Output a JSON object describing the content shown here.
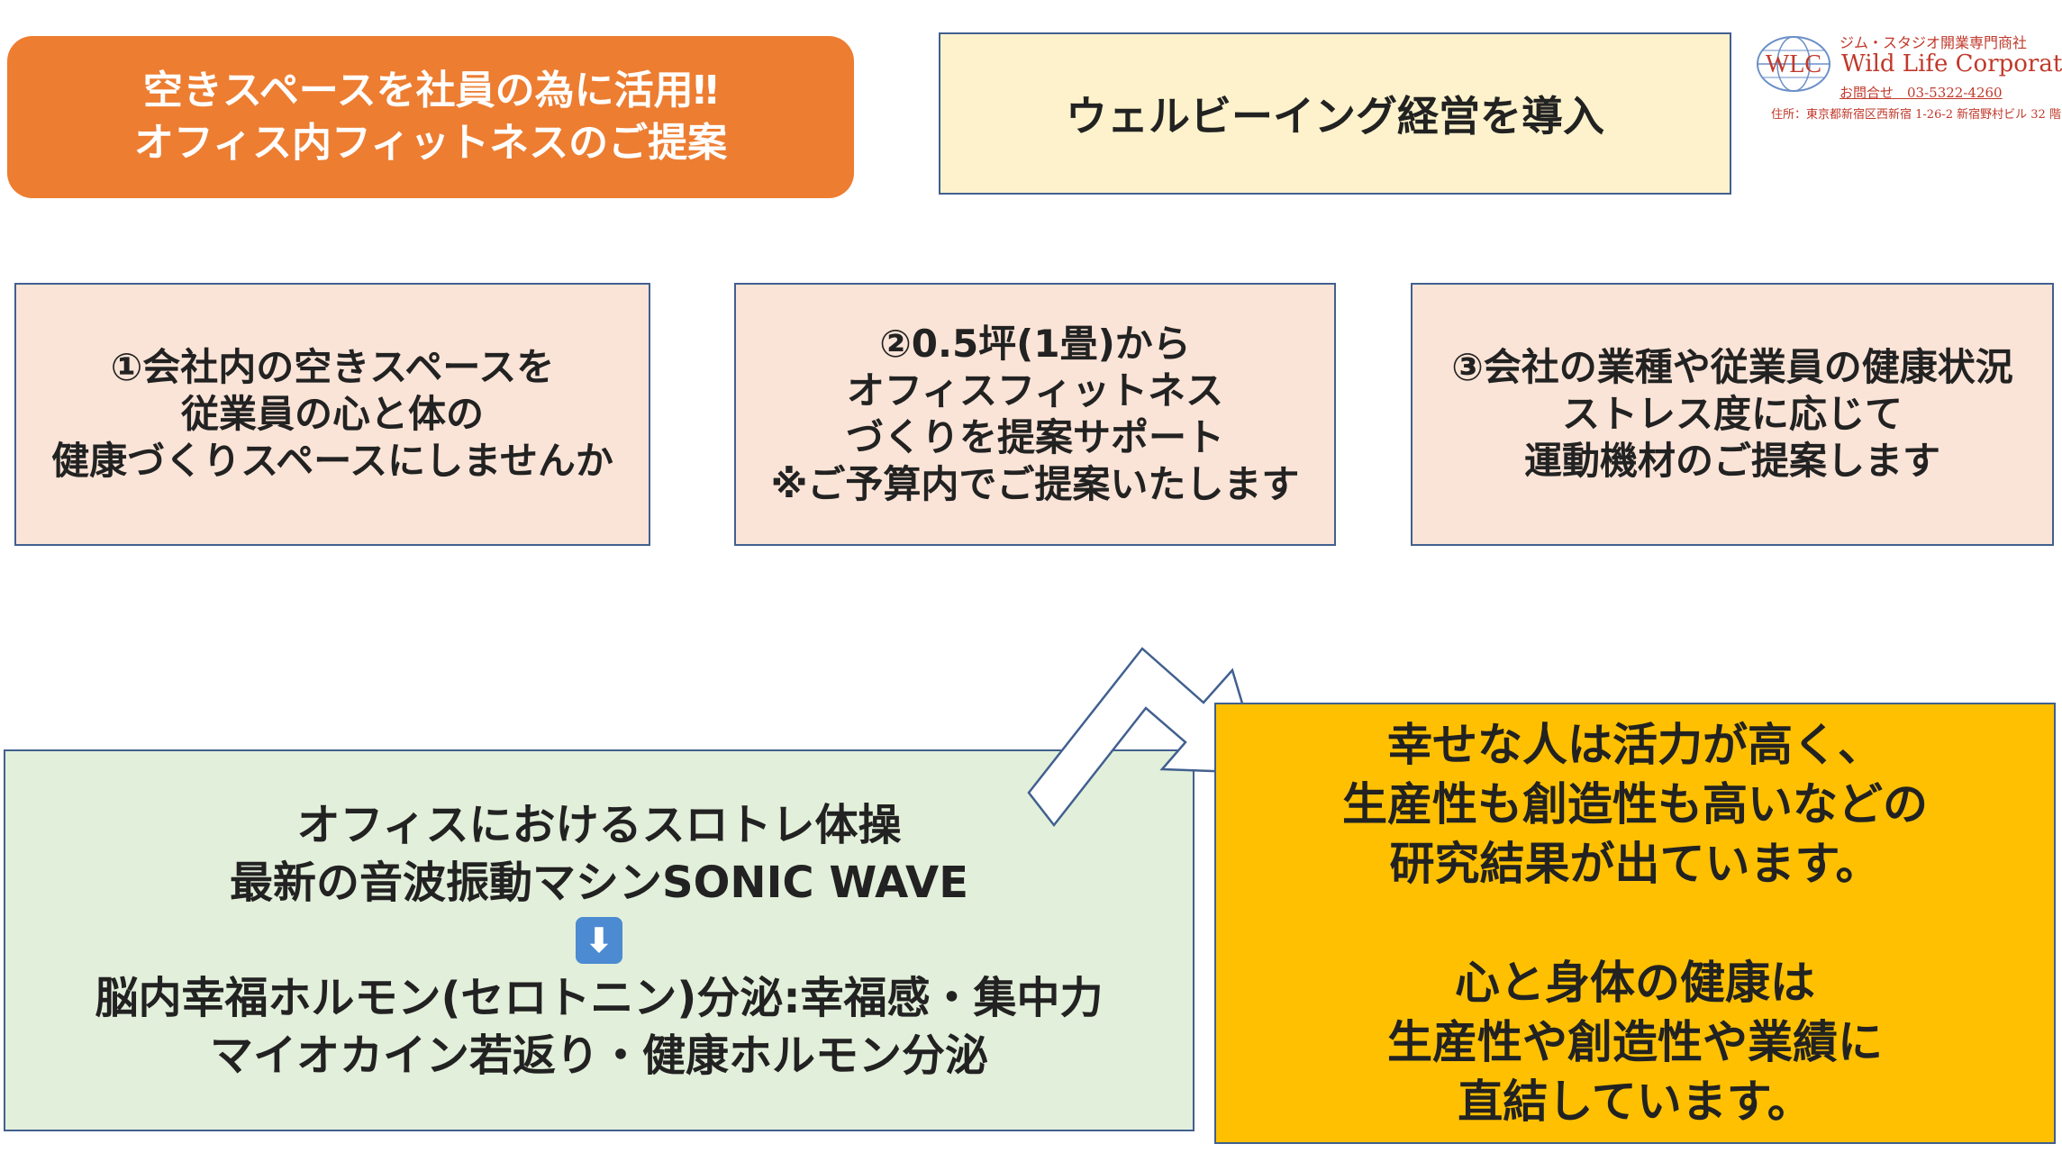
{
  "title": {
    "line1": "空きスペースを社員の為に活用‼︎",
    "line2": "オフィス内フィットネスのご提案"
  },
  "wellbeing": {
    "text": "ウェルビーイング経営を導入"
  },
  "logo": {
    "tagline": "ジム・スタジオ開業専門商社",
    "mark": "WLC",
    "company": "Wild Life Corporation",
    "phone": "お問合せ　03-5322-4260",
    "address": "住所：東京都新宿区西新宿 1-26-2 新宿野村ビル 32 階"
  },
  "proposals": [
    {
      "lines": [
        "①会社内の空きスペースを",
        "従業員の心と体の",
        "健康づくりスペースにしませんか"
      ]
    },
    {
      "lines": [
        "②0.5坪(1畳)から",
        "オフィスフィットネス",
        "づくりを提案サポート",
        "※ご予算内でご提案いたします"
      ]
    },
    {
      "lines": [
        "③会社の業種や従業員の健康状況",
        "ストレス度に応じて",
        "運動機材のご提案します"
      ]
    }
  ],
  "exercise": {
    "line1": "オフィスにおけるスロトレ体操",
    "line2": "最新の音波振動マシンSONIC WAVE",
    "icon": "arrow-down-icon",
    "line3": "脳内幸福ホルモン(セロトニン)分泌:幸福感・集中力",
    "line4": "マイオカイン若返り・健康ホルモン分泌"
  },
  "result": {
    "line1": "幸せな人は活力が高く、",
    "line2": "生産性も創造性も高いなどの",
    "line3": "研究結果が出ています。",
    "line4": "心と身体の健康は",
    "line5": "生産性や創造性や業績に",
    "line6": "直結しています。"
  },
  "colors": {
    "title_bg": "#ed7d31",
    "wellbeing_bg": "#fdf2cb",
    "proposal_bg": "#fae4d7",
    "exercise_bg": "#e2efda",
    "result_bg": "#fec000",
    "border": "#41608f",
    "logo": "#c0392b"
  }
}
